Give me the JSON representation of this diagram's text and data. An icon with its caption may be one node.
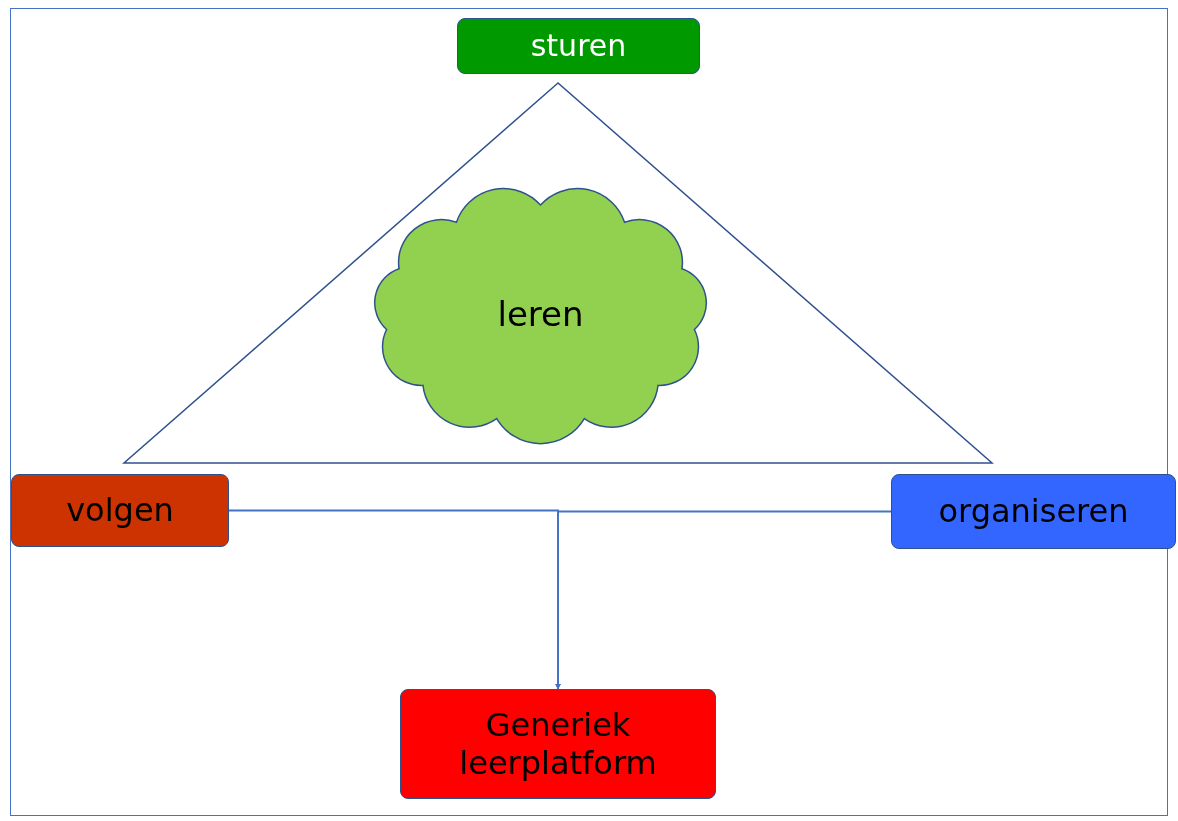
{
  "diagram": {
    "nodes": [
      {
        "text": [
          "sturen"
        ]
      },
      {
        "text": [],
        "shape": "triangle"
      },
      {
        "text": [
          "leren"
        ],
        "in": 1
      },
      {
        "text": [
          "volgen"
        ]
      },
      {
        "text": [
          "organiseren"
        ]
      },
      {
        "text": [
          "Generiek leerplatform"
        ]
      }
    ],
    "edges": [
      {
        "from": 3,
        "to": 5,
        "arrow": "to"
      },
      {
        "from": 4,
        "to": 5,
        "arrow": "to"
      }
    ]
  }
}
